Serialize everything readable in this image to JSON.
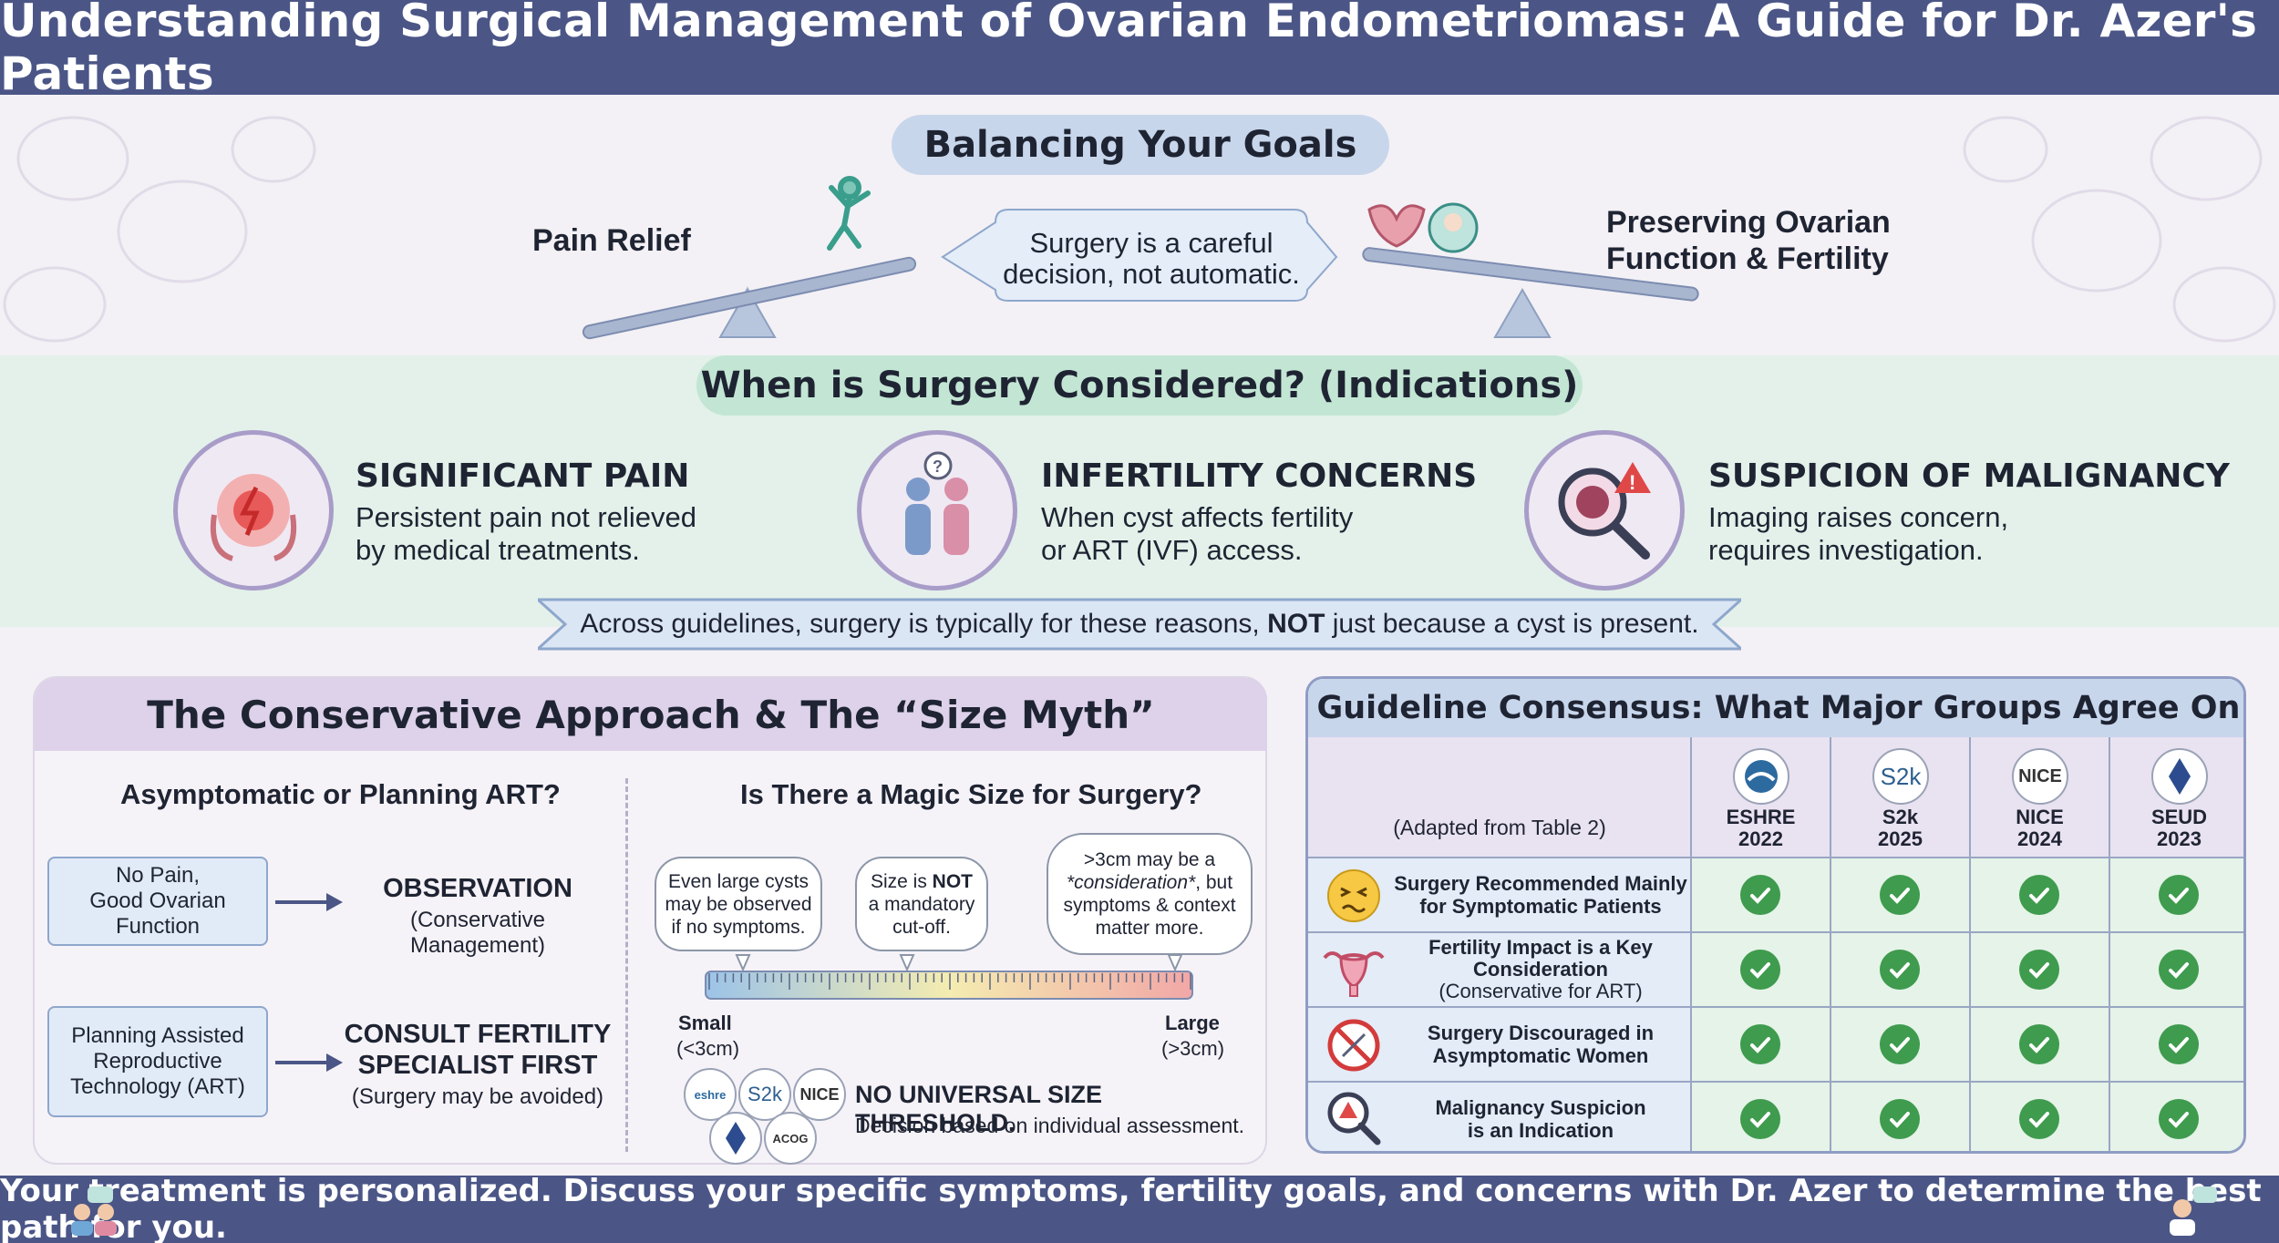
{
  "header": {
    "title": "Understanding Surgical Management of Ovarian Endometriomas: A Guide for Dr. Azer's Patients"
  },
  "goals": {
    "heading": "Balancing Your Goals",
    "left_label": "Pain Relief",
    "right_label_line1": "Preserving Ovarian",
    "right_label_line2": "Function & Fertility",
    "center_line1": "Surgery is a careful",
    "center_line2": "decision, not automatic."
  },
  "indications": {
    "heading": "When is Surgery Considered? (Indications)",
    "items": [
      {
        "title": "SIGNIFICANT PAIN",
        "line1": "Persistent pain not relieved",
        "line2": "by medical treatments."
      },
      {
        "title": "INFERTILITY CONCERNS",
        "line1": "When cyst affects fertility",
        "line2": "or ART (IVF) access."
      },
      {
        "title": "SUSPICION OF MALIGNANCY",
        "line1": "Imaging raises concern,",
        "line2": "requires investigation."
      }
    ],
    "banner_pre": "Across guidelines, surgery is typically for these reasons, ",
    "banner_bold": "NOT",
    "banner_post": " just because a cyst is present."
  },
  "conservative": {
    "heading": "The Conservative Approach & The “Size Myth”",
    "left_heading": "Asymptomatic or Planning ART?",
    "box1_line1": "No Pain,",
    "box1_line2": "Good Ovarian Function",
    "result1_title": "OBSERVATION",
    "result1_sub": "(Conservative Management)",
    "box2_line1": "Planning Assisted",
    "box2_line2": "Reproductive",
    "box2_line3": "Technology (ART)",
    "result2_line1": "CONSULT FERTILITY",
    "result2_line2": "SPECIALIST FIRST",
    "result2_sub": "(Surgery may be avoided)",
    "right_heading": "Is There a Magic Size for Surgery?",
    "bubble1_line1": "Even large cysts",
    "bubble1_line2": "may be observed",
    "bubble1_line3": "if no symptoms.",
    "bubble2_line1a": "Size is ",
    "bubble2_line1b": "NOT",
    "bubble2_line2": "a mandatory",
    "bubble2_line3": "cut-off.",
    "bubble3_line1": ">3cm may be a",
    "bubble3_line2a": "*consideration*",
    "bubble3_line2b": ", but",
    "bubble3_line3": "symptoms & context",
    "bubble3_line4": "matter more.",
    "scale_small": "Small",
    "scale_small_sub": "(<3cm)",
    "scale_large": "Large",
    "scale_large_sub": "(>3cm)",
    "threshold_title": "NO UNIVERSAL SIZE THRESHOLD.",
    "threshold_sub": "Decision based on individual assessment.",
    "logo_labels": [
      "eshre",
      "S2k",
      "NICE",
      "ACOG"
    ]
  },
  "consensus": {
    "heading": "Guideline Consensus: What Major Groups Agree On",
    "adapted": "(Adapted from Table 2)",
    "columns": [
      {
        "logo": "",
        "name": "ESHRE",
        "year": "2022"
      },
      {
        "logo": "S2k",
        "name": "S2k",
        "year": "2025"
      },
      {
        "logo": "NICE",
        "name": "NICE",
        "year": "2024"
      },
      {
        "logo": "",
        "name": "SEUD",
        "year": "2023"
      }
    ],
    "rows": [
      {
        "icon": "pain-face-icon",
        "line1": "Surgery Recommended Mainly",
        "line2": "for Symptomatic Patients",
        "line3": ""
      },
      {
        "icon": "uterus-icon",
        "line1": "Fertility Impact is a Key",
        "line2": "Consideration",
        "line3": "(Conservative for ART)"
      },
      {
        "icon": "prohibited-scalpel-icon",
        "line1": "Surgery Discouraged in",
        "line2": "Asymptomatic Women",
        "line3": ""
      },
      {
        "icon": "magnifier-warning-icon",
        "line1": "Malignancy Suspicion",
        "line2": "is an Indication",
        "line3": ""
      }
    ]
  },
  "footer": {
    "text": "Your treatment is personalized. Discuss your specific symptoms, fertility goals, and concerns with Dr. Azer to determine the best path for you."
  },
  "colors": {
    "header": "#4b5687",
    "accent_purple": "#a89cc8",
    "mint": "#e3f1ea",
    "check_green": "#3f9b4e"
  }
}
